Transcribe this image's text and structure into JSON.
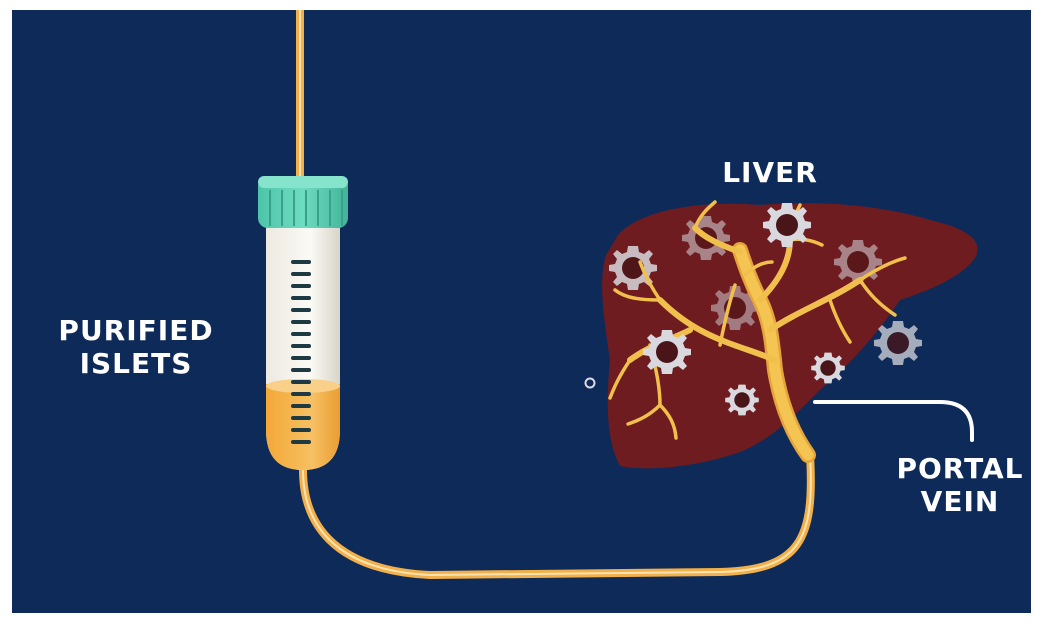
{
  "labels": {
    "islets": [
      "PURIFIED",
      "ISLETS"
    ],
    "liver": "LIVER",
    "portal_vein": [
      "PORTAL",
      "VEIN"
    ]
  },
  "colors": {
    "background": "#0e2a59",
    "tube_line": "#f2b04a",
    "cap": "#5fd0b6",
    "liver": "#6e1c1f",
    "vein": "#f1c04c",
    "islet_fluid": "#f0a030",
    "gear": "#d7d7dc"
  },
  "icons": [
    "test-tube-icon",
    "gear-icon",
    "liver-icon",
    "vein-branch-icon"
  ]
}
